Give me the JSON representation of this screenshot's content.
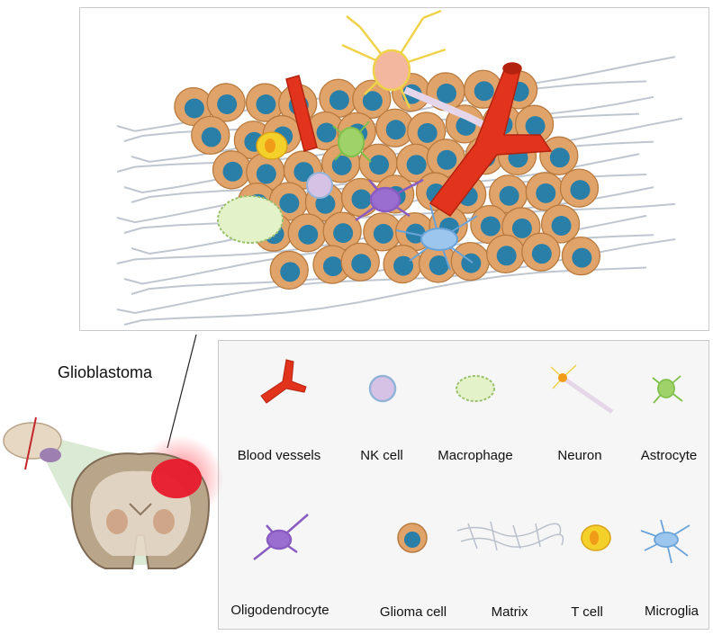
{
  "title": "Glioblastoma",
  "legend": {
    "row1": [
      "Blood vessels",
      "NK cell",
      "Macrophage",
      "Neuron",
      "Astrocyte"
    ],
    "row2": [
      "Oligodendrocyte",
      "Glioma cell",
      "Matrix",
      "T cell",
      "Microglia"
    ]
  },
  "colors": {
    "vessel": "#e2341d",
    "glioma_body": "#e0a36a",
    "glioma_nucleus": "#2a7fa8",
    "macrophage": "#e3f2c8",
    "nk": "#c7a9d8",
    "tcell": "#f4d12a",
    "astrocyte": "#7fc04a",
    "oligodendrocyte": "#8a5cc2",
    "microglia": "#6aa3d8",
    "neuron": "#f0d24a",
    "matrix": "#b9c0cc",
    "tumor": "#e8192c"
  }
}
